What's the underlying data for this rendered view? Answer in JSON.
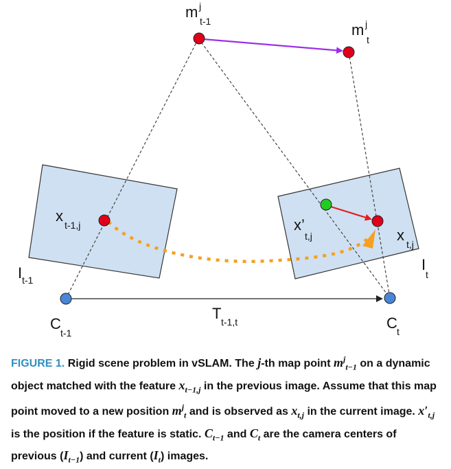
{
  "labels": {
    "m_prev": "m",
    "m_prev_sup": "j",
    "m_prev_sub": "t-1",
    "m_curr": "m",
    "m_curr_sup": "j",
    "m_curr_sub": "t",
    "x_prev": "x",
    "x_prev_sub": "t-1,j",
    "x_static": "x’",
    "x_static_sub": "t,j",
    "x_curr": "x",
    "x_curr_sub": "t,j",
    "I_prev": "I",
    "I_prev_sub": "t-1",
    "I_curr": "I",
    "I_curr_sub": "t",
    "C_prev": "C",
    "C_prev_sub": "t-1",
    "C_curr": "C",
    "C_curr_sub": "t",
    "T": "T",
    "T_sub": "t-1,t"
  },
  "colors": {
    "image_fill": "#cfe0f2",
    "point_red": "#e0001a",
    "point_green": "#22cc22",
    "camera_blue": "#4a86d8",
    "motion_arrow": "#9b30e8",
    "displacement_arrow": "#e02020",
    "track_dotted": "#f5a020",
    "caption_label": "#2f8fbf"
  },
  "caption": {
    "fig": "FIGURE 1.",
    "t1": "Rigid scene problem in vSLAM. The",
    "j": "j",
    "t2": "-th map point",
    "m1": "m",
    "m1_sup": "j",
    "m1_sub": "t−1",
    "t3": "on a dynamic object matched with the feature",
    "x1": "x",
    "x1_sub": "t−1,j",
    "t4": "in the previous image. Assume that this map point moved to a new position",
    "m2": "m",
    "m2_sup": "j",
    "m2_sub": "t",
    "t5": "and is observed as",
    "x2": "x",
    "x2_sub": "t,j",
    "t6": "in the current image.",
    "x3": "x′",
    "x3_sub": "t,j",
    "t7": "is the position if the feature is static.",
    "c1": "C",
    "c1_sub": "t−1",
    "t8": "and",
    "c2": "C",
    "c2_sub": "t",
    "t9": "are the camera centers of previous (",
    "i1": "I",
    "i1_sub": "t−1",
    "t10": ") and current (",
    "i2": "I",
    "i2_sub": "t",
    "t11": ") images."
  }
}
